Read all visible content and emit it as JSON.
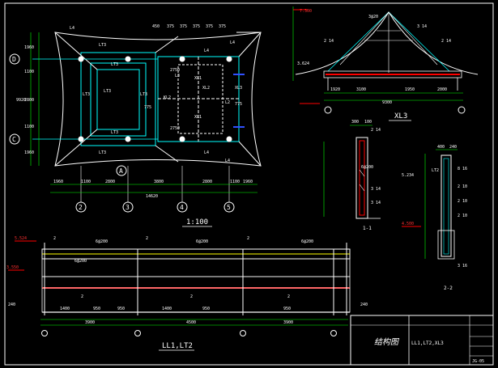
{
  "drawing": {
    "plan": {
      "scale_label": "1:100",
      "axis_numbers": [
        "2",
        "3",
        "4",
        "5"
      ],
      "axis_letters_left": [
        "D",
        "C"
      ],
      "axis_letter_a": "A",
      "dims_bottom_1": [
        "1960",
        "1100",
        "2800",
        "3800",
        "2800",
        "1100",
        "1960"
      ],
      "total_width": "14620",
      "dims_top": [
        "450",
        "375",
        "375",
        "375",
        "375",
        "375"
      ],
      "beam_labels": [
        "LT3",
        "LT3",
        "LT3",
        "LT3",
        "LT3",
        "LT3",
        "LT3"
      ],
      "xl_labels": [
        "XL1",
        "XL2",
        "XL1",
        "XL3"
      ],
      "l_labels": [
        "L4",
        "L4",
        "L4",
        "L4",
        "L3",
        "L2",
        "L4"
      ],
      "left_dims": [
        "1960",
        "1100",
        "2800",
        "1100",
        "1960"
      ],
      "left_total": "9920",
      "misc": [
        "2750",
        "775",
        "2750",
        "775",
        "KL2"
      ]
    },
    "elevation_lt": {
      "title": "LL1,LT2",
      "elev_left_top": "5.524",
      "elev_left_mid": "3.550",
      "elev_left_low": "240",
      "elev_right_low": "240",
      "beam_sizes": [
        "6@200",
        "6@200",
        "6@200",
        "6@200"
      ],
      "bottom_dims": [
        "3900",
        "4500",
        "3900"
      ],
      "mid_dims": [
        "1400",
        "950",
        "950",
        "1400",
        "950",
        "950"
      ],
      "row_labels": [
        "2",
        "2",
        "2",
        "2",
        "2",
        "2"
      ]
    },
    "section_xl3": {
      "title": "XL3",
      "elev_top": "7.300",
      "elev_mid": "3.624",
      "span": "9300",
      "sub_dims": [
        "1920",
        "3100",
        "1950",
        "2000"
      ],
      "bar_labels": [
        "3@20",
        "2 14",
        "3 14",
        "2 14"
      ]
    },
    "detail_1": {
      "title": "1-1",
      "labels": [
        "300",
        "100",
        "2 14",
        "3 14",
        "3 14",
        "6@200"
      ]
    },
    "detail_2": {
      "title": "2-2",
      "labels": [
        "400",
        "240",
        "LT2",
        "5.234",
        "4.500",
        "8 16",
        "2 10",
        "2 10",
        "2 10",
        "3 16"
      ]
    },
    "title_block": {
      "name_stamp": "结构图",
      "drawing_name": "LL1,LT2,XL3",
      "sheet_no": "JG-05"
    },
    "colors": {
      "background": "#000000",
      "line_white": "#ffffff",
      "line_cyan": "#00ffff",
      "line_yellow": "#ffff00",
      "line_red": "#ff0000",
      "line_blue": "#3050ff",
      "line_green": "#00ff00"
    }
  }
}
